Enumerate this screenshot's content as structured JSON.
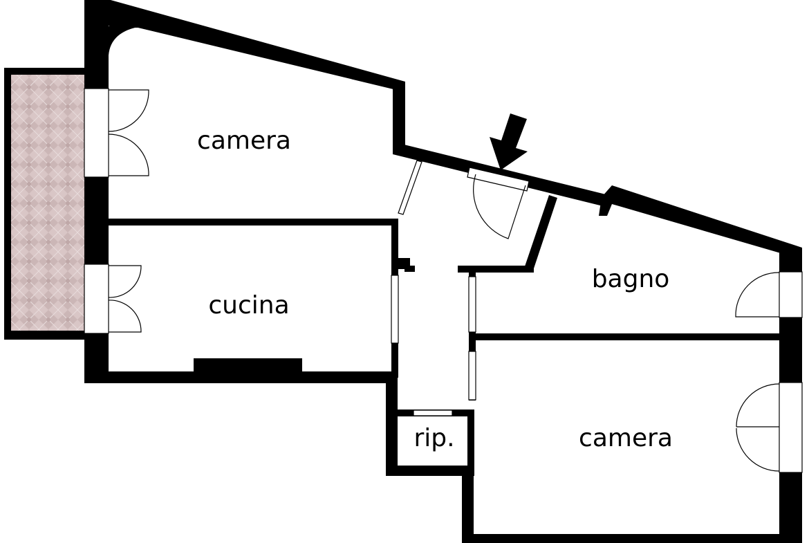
{
  "rooms": {
    "camera_top": "camera",
    "cucina": "cucina",
    "bagno": "bagno",
    "ripostiglio": "rip.",
    "camera_bottom": "camera"
  },
  "colors": {
    "walls": "#000000",
    "background": "#ffffff",
    "balcony_tile": "#d8c5c5"
  },
  "icons": {
    "entrance": "arrow-down-icon"
  }
}
